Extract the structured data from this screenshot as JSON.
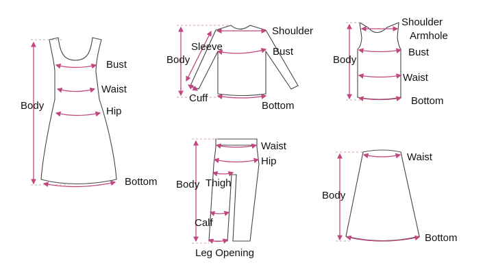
{
  "colors": {
    "measure": "#c2467f",
    "outline": "#444444"
  },
  "dress": {
    "bust": "Bust",
    "waist": "Waist",
    "hip": "Hip",
    "body": "Body",
    "bottom": "Bottom"
  },
  "top": {
    "shoulder": "Shoulder",
    "sleeve": "Sleeve",
    "body": "Body",
    "bust": "Bust",
    "cuff": "Cuff",
    "bottom": "Bottom"
  },
  "tank": {
    "shoulder": "Shoulder",
    "armhole": "Armhole",
    "bust": "Bust",
    "body": "Body",
    "waist": "Waist",
    "bottom": "Bottom"
  },
  "pants": {
    "waist": "Waist",
    "hip": "Hip",
    "body": "Body",
    "thigh": "Thigh",
    "calf": "Calf",
    "leg_opening": "Leg Opening"
  },
  "skirt": {
    "waist": "Waist",
    "body": "Body",
    "bottom": "Bottom"
  }
}
